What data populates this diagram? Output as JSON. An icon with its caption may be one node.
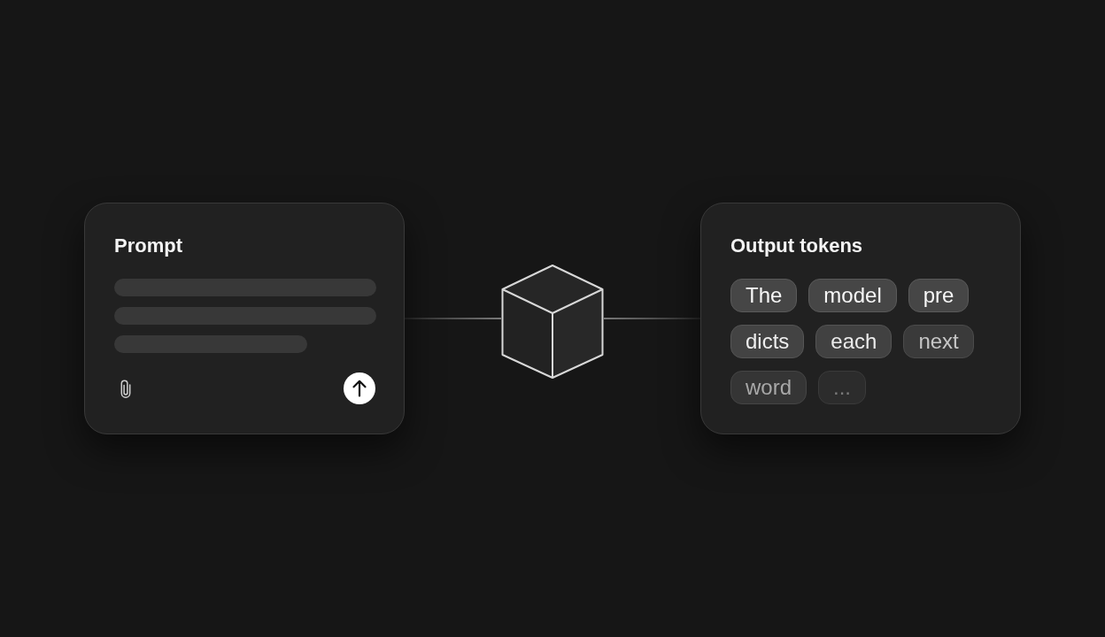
{
  "diagram": {
    "nodes": [
      {
        "text": [
          "Prompt"
        ]
      },
      {
        "text": [],
        "shape": "cube"
      },
      {
        "text": [
          "Output tokens"
        ]
      },
      {
        "text": [
          "The"
        ],
        "in": 2
      },
      {
        "text": [
          "model"
        ],
        "in": 2
      },
      {
        "text": [
          "pre"
        ],
        "in": 2
      },
      {
        "text": [
          "dicts"
        ],
        "in": 2
      },
      {
        "text": [
          "each"
        ],
        "in": 2
      },
      {
        "text": [
          "next"
        ],
        "in": 2
      },
      {
        "text": [
          "word"
        ],
        "in": 2
      },
      {
        "text": [
          "..."
        ],
        "in": 2
      }
    ],
    "edges": [
      {
        "from": 0,
        "to": 1,
        "arrow": "none"
      },
      {
        "from": 1,
        "to": 2,
        "arrow": "none"
      }
    ]
  }
}
